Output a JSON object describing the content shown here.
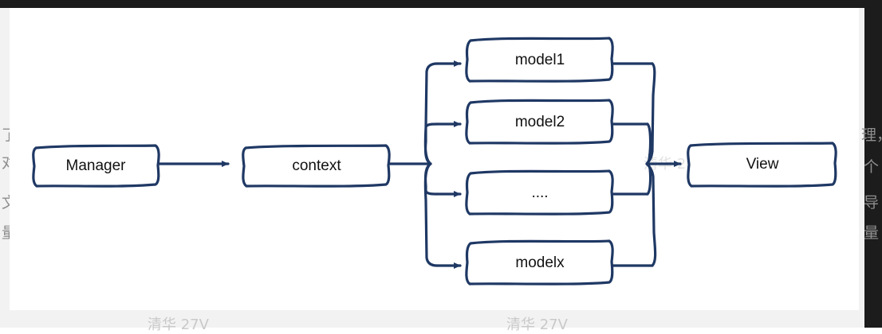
{
  "diagram": {
    "type": "flowchart",
    "title": "",
    "style": {
      "node_stroke": "#1f3864",
      "node_fill": "#ffffff",
      "edge_stroke": "#1f3864",
      "label_color": "#111111",
      "canvas_bg": "#ffffff"
    },
    "nodes": [
      {
        "id": "manager",
        "label": "Manager"
      },
      {
        "id": "context",
        "label": "context"
      },
      {
        "id": "model1",
        "label": "model1"
      },
      {
        "id": "model2",
        "label": "model2"
      },
      {
        "id": "models_ellipsis",
        "label": "...."
      },
      {
        "id": "modelx",
        "label": "modelx"
      },
      {
        "id": "view",
        "label": "View"
      }
    ],
    "edges": [
      {
        "from": "manager",
        "to": "context",
        "arrow": true
      },
      {
        "from": "context",
        "to": "model1",
        "arrow": true
      },
      {
        "from": "context",
        "to": "model2",
        "arrow": true
      },
      {
        "from": "context",
        "to": "models_ellipsis",
        "arrow": true
      },
      {
        "from": "context",
        "to": "modelx",
        "arrow": true
      },
      {
        "from": "model1",
        "to": "view",
        "arrow": true
      },
      {
        "from": "model2",
        "to": "view",
        "arrow": true
      },
      {
        "from": "models_ellipsis",
        "to": "view",
        "arrow": true
      },
      {
        "from": "modelx",
        "to": "view",
        "arrow": true
      }
    ]
  },
  "background": {
    "left_text_lines": [
      "了什",
      "对",
      "文",
      "量"
    ],
    "right_text_lines": [
      "理，",
      "个",
      "导",
      "量"
    ],
    "watermarks": [
      "清华 27V",
      "清华 27V",
      "清华 27V",
      "清华 27V"
    ]
  }
}
